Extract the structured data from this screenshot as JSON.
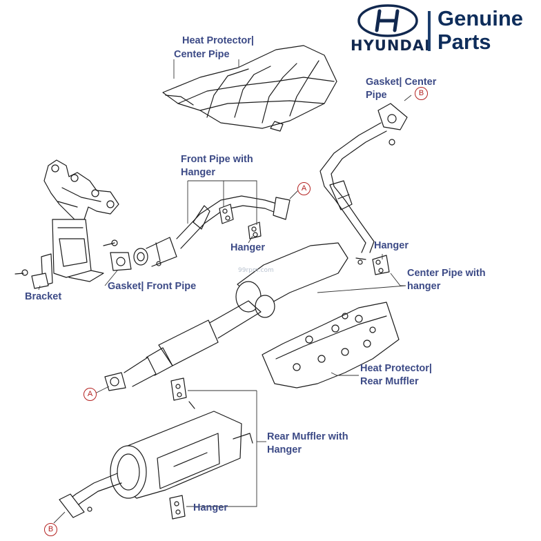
{
  "brand": {
    "name": "HYUNDAI",
    "genuine": "Genuine",
    "parts": "Parts",
    "accent": "#0e2d5b"
  },
  "watermark": "99rpm.com",
  "markers": {
    "a": "A",
    "b": "B"
  },
  "labels": {
    "heat_protector_center_1": "Heat Protector|",
    "heat_protector_center_2": "Center Pipe",
    "gasket_center_1": "Gasket| Center",
    "gasket_center_2": "Pipe",
    "front_pipe_1": "Front Pipe with",
    "front_pipe_2": "Hanger",
    "hanger_front": "Hanger",
    "hanger_center": "Hanger",
    "center_pipe_1": "Center Pipe with",
    "center_pipe_2": "hanger",
    "bracket": "Bracket",
    "gasket_front": "Gasket| Front Pipe",
    "heat_protector_rear_1": "Heat Protector|",
    "heat_protector_rear_2": "Rear Muffler",
    "rear_muffler_1": "Rear Muffler with",
    "rear_muffler_2": "Hanger",
    "hanger_rear": "Hanger"
  },
  "colors": {
    "label": "#3c4a86",
    "marker": "#b3201f",
    "line": "#1a1a1a"
  }
}
